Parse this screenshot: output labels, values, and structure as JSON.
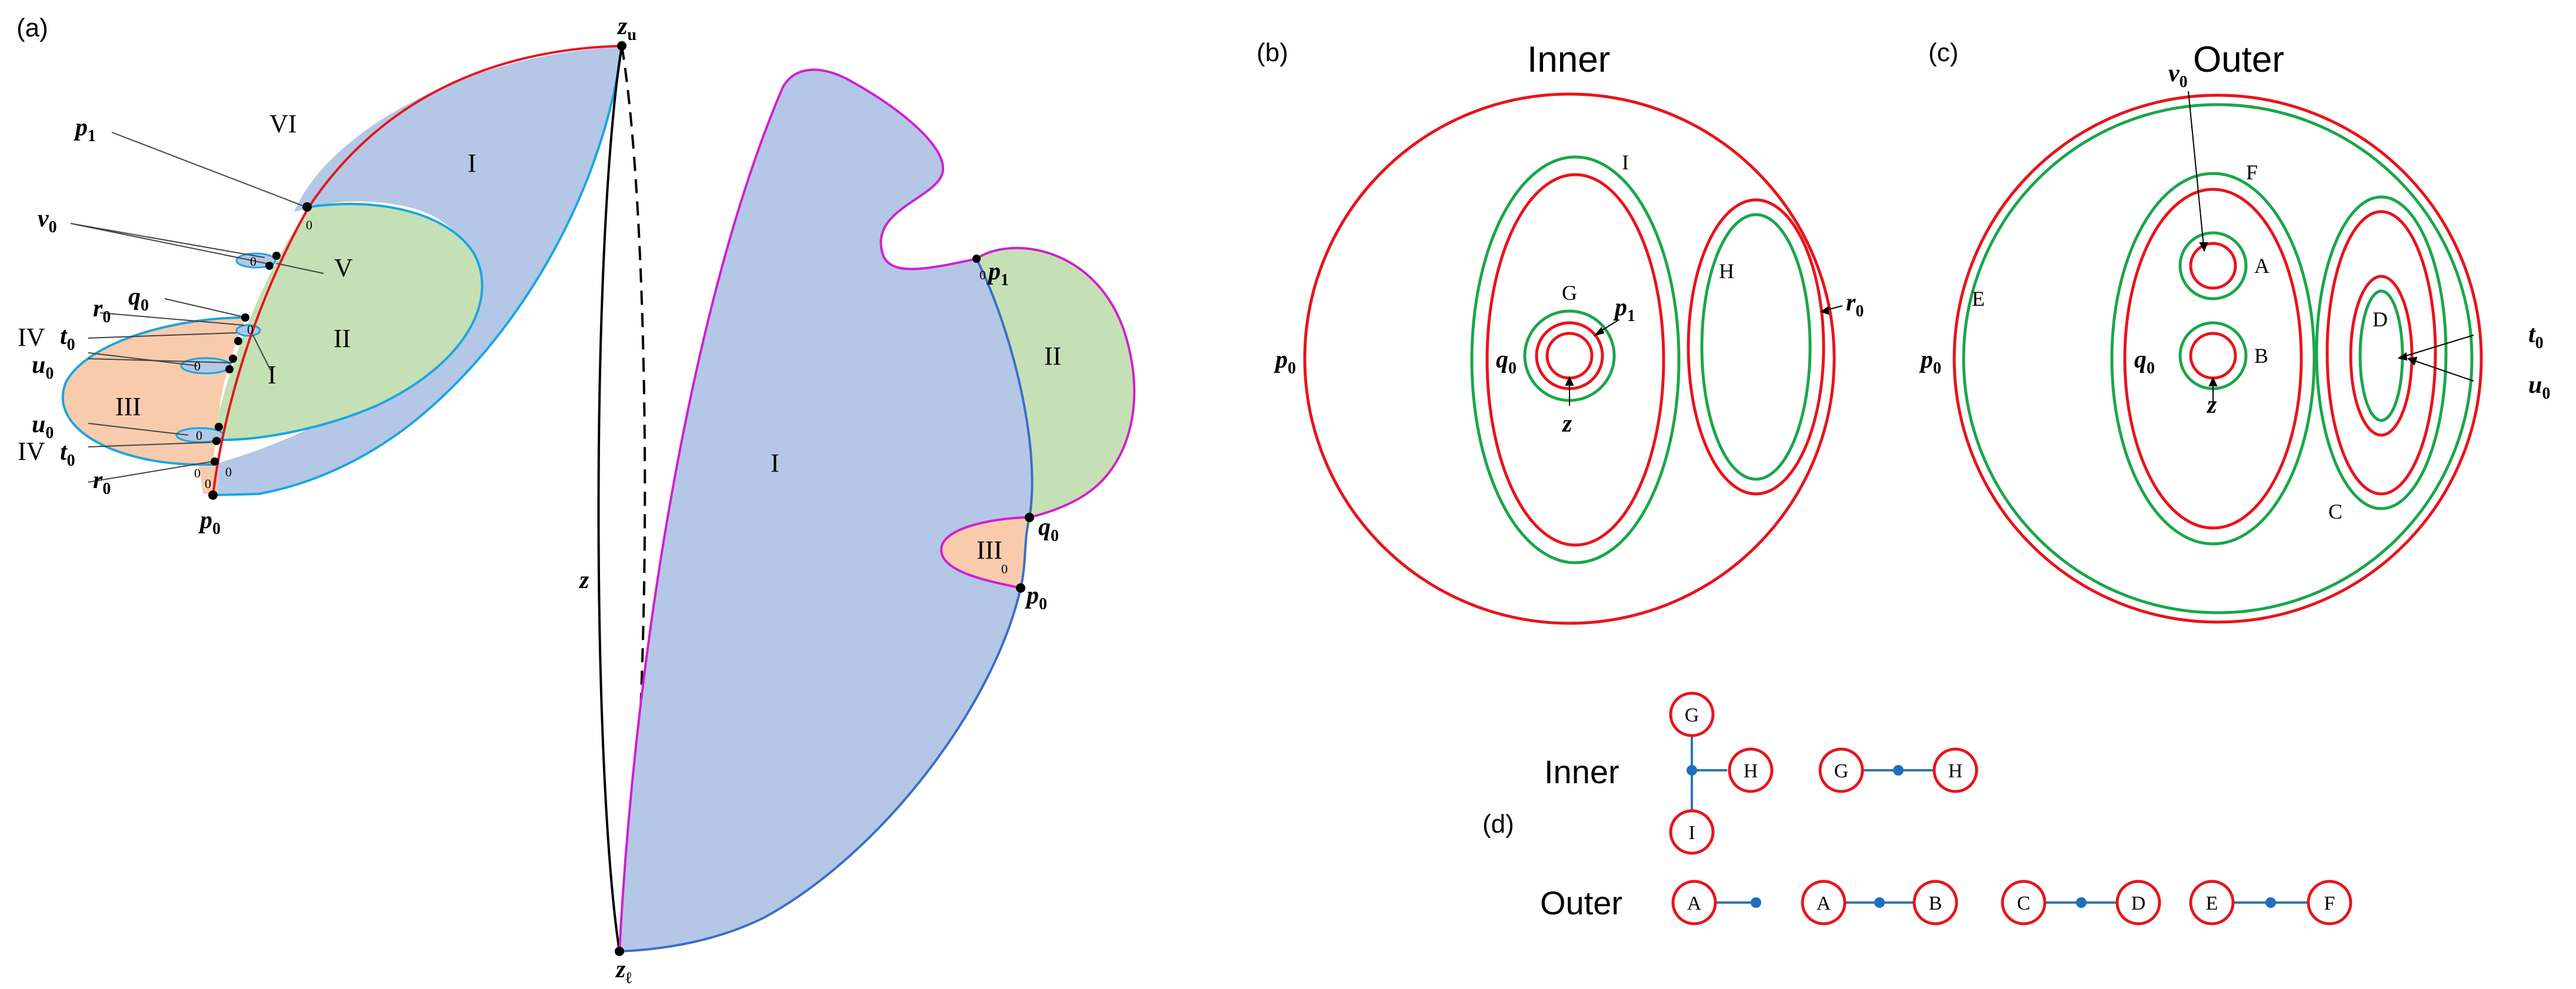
{
  "colors": {
    "red": "#e8141b",
    "green": "#1aa64b",
    "cyan": "#19a6e0",
    "magenta": "#d01fd0",
    "blue_line": "#3e6dc4",
    "region_blue": "#b4c7e7",
    "region_green": "#c5e0b4",
    "region_orange": "#f8cbad",
    "graph_line": "#2e75b6",
    "graph_dot": "#1f6fbf"
  },
  "panel_a": {
    "label": "(a)",
    "regions": {
      "I_left": "I",
      "II_left": "II",
      "III_left": "III",
      "IV_upper": "IV",
      "IV_lower": "IV",
      "V": "V",
      "VI": "VI",
      "I_small": "I",
      "I_right": "I",
      "II_right": "II",
      "III_right": "III"
    },
    "points": {
      "p1": "p",
      "p1_sub": "1",
      "v0": "v",
      "v0_sub": "0",
      "q0": "q",
      "q0_sub": "0",
      "r0_upper": "r",
      "r0_upper_sub": "0",
      "t0_upper": "t",
      "t0_upper_sub": "0",
      "u0_upper": "u",
      "u0_upper_sub": "0",
      "u0_lower": "u",
      "u0_lower_sub": "0",
      "t0_lower": "t",
      "t0_lower_sub": "0",
      "r0_lower": "r",
      "r0_lower_sub": "0",
      "p0": "p",
      "p0_sub": "0",
      "zu": "z",
      "zu_sub": "u",
      "zl": "z",
      "zl_sub": "ℓ",
      "z": "z",
      "p1_right": "p",
      "p1_right_sub": "1",
      "q0_right": "q",
      "q0_right_sub": "0",
      "p0_right": "p",
      "p0_right_sub": "0"
    },
    "zeros": [
      "0",
      "0",
      "0",
      "0",
      "0",
      "0",
      "0",
      "0",
      "0",
      "0"
    ]
  },
  "panel_b": {
    "label": "(b)",
    "title": "Inner",
    "curve_labels": {
      "G": "G",
      "H": "H",
      "I": "I"
    },
    "points": {
      "p0": "p",
      "p0_sub": "0",
      "q0": "q",
      "q0_sub": "0",
      "r0": "r",
      "r0_sub": "0",
      "p1": "p",
      "p1_sub": "1",
      "z": "z"
    }
  },
  "panel_c": {
    "label": "(c)",
    "title": "Outer",
    "curve_labels": {
      "A": "A",
      "B": "B",
      "C": "C",
      "D": "D",
      "E": "E",
      "F": "F"
    },
    "points": {
      "v0": "v",
      "v0_sub": "0",
      "p0": "p",
      "p0_sub": "0",
      "q0": "q",
      "q0_sub": "0",
      "t0": "t",
      "t0_sub": "0",
      "u0": "u",
      "u0_sub": "0",
      "z": "z"
    }
  },
  "panel_d": {
    "label": "(d)",
    "inner_label": "Inner",
    "outer_label": "Outer",
    "inner_tree": {
      "top": "G",
      "right": "H",
      "bottom": "I"
    },
    "inner_pair": [
      "G",
      "H"
    ],
    "outer_single": "A",
    "outer_pairs": [
      [
        "A",
        "B"
      ],
      [
        "C",
        "D"
      ],
      [
        "E",
        "F"
      ]
    ]
  }
}
